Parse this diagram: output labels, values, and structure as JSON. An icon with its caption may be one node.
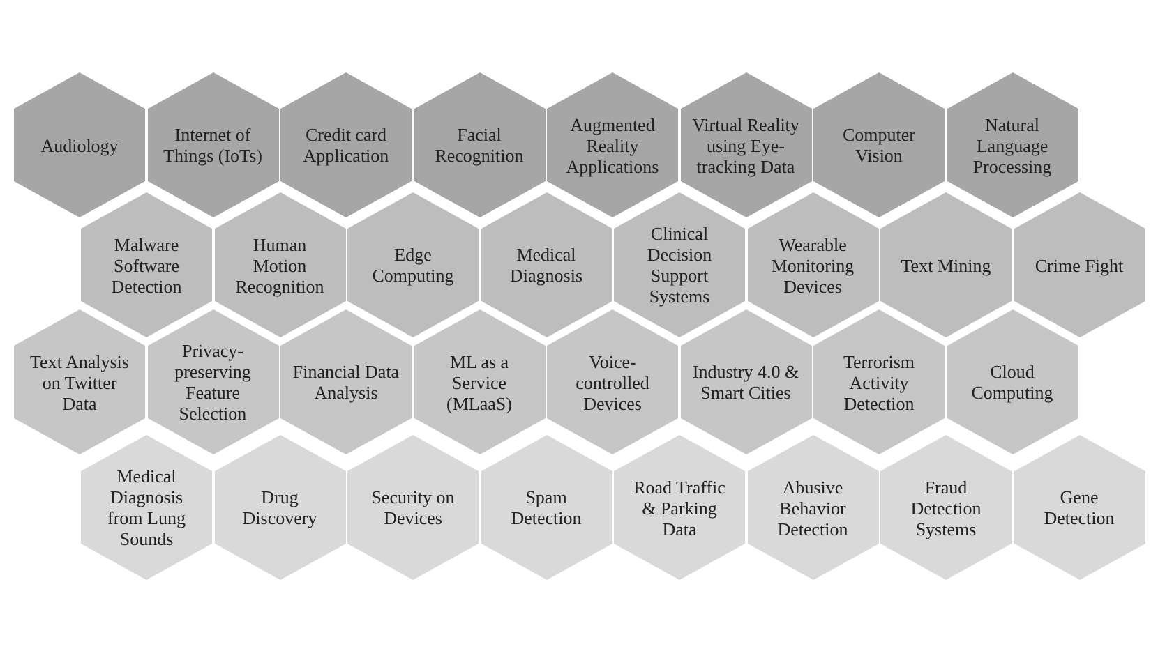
{
  "diagram": {
    "nodes": [
      {
        "text": [
          "Audiology"
        ]
      },
      {
        "text": [
          "Internet of Things (IoTs)"
        ]
      },
      {
        "text": [
          "Credit card Application"
        ]
      },
      {
        "text": [
          "Facial Recognition"
        ]
      },
      {
        "text": [
          "Augmented Reality Applications"
        ]
      },
      {
        "text": [
          "Virtual Reality using Eye-tracking Data"
        ]
      },
      {
        "text": [
          "Computer Vision"
        ]
      },
      {
        "text": [
          "Natural Language Processing"
        ]
      },
      {
        "text": [
          "Malware Software Detection"
        ]
      },
      {
        "text": [
          "Human Motion Recognition"
        ]
      },
      {
        "text": [
          "Edge Computing"
        ]
      },
      {
        "text": [
          "Medical Diagnosis"
        ]
      },
      {
        "text": [
          "Clinical Decision Support Systems"
        ]
      },
      {
        "text": [
          "Wearable Monitoring Devices"
        ]
      },
      {
        "text": [
          "Text Mining"
        ]
      },
      {
        "text": [
          "Crime Fight"
        ]
      },
      {
        "text": [
          "Text Analysis on Twitter Data"
        ]
      },
      {
        "text": [
          "Privacy-preserving Feature Selection"
        ]
      },
      {
        "text": [
          "Financial Data Analysis"
        ]
      },
      {
        "text": [
          "ML as a Service (MLaaS)"
        ]
      },
      {
        "text": [
          "Voice-controlled Devices"
        ]
      },
      {
        "text": [
          "Industry 4.0 & Smart Cities"
        ]
      },
      {
        "text": [
          "Terrorism Activity Detection"
        ]
      },
      {
        "text": [
          "Cloud Computing"
        ]
      },
      {
        "text": [
          "Medical Diagnosis from Lung Sounds"
        ]
      },
      {
        "text": [
          "Drug Discovery"
        ]
      },
      {
        "text": [
          "Security on Devices"
        ]
      },
      {
        "text": [
          "Spam Detection"
        ]
      },
      {
        "text": [
          "Road Traffic & Parking Data"
        ]
      },
      {
        "text": [
          "Abusive Behavior Detection"
        ]
      },
      {
        "text": [
          "Fraud Detection Systems"
        ]
      },
      {
        "text": [
          "Gene Detection"
        ]
      }
    ]
  }
}
